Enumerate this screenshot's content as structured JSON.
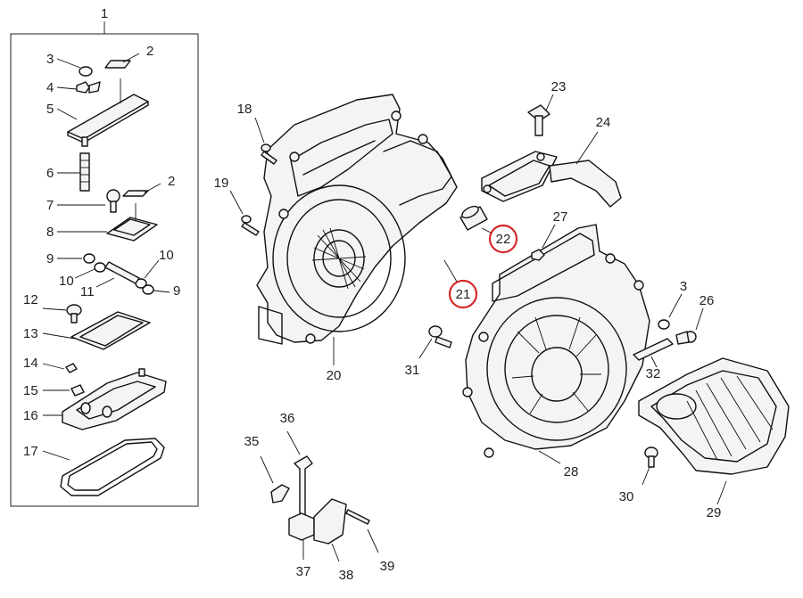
{
  "labels": {
    "p1": "1",
    "p2a": "2",
    "p2b": "2",
    "p3a": "3",
    "p3b": "3",
    "p4": "4",
    "p5": "5",
    "p6": "6",
    "p7": "7",
    "p8": "8",
    "p9a": "9",
    "p9b": "9",
    "p10a": "10",
    "p10b": "10",
    "p11": "11",
    "p12": "12",
    "p13": "13",
    "p14": "14",
    "p15": "15",
    "p16": "16",
    "p17": "17",
    "p18": "18",
    "p19": "19",
    "p20": "20",
    "p21": "21",
    "p22": "22",
    "p23": "23",
    "p24": "24",
    "p26": "26",
    "p27": "27",
    "p28": "28",
    "p29": "29",
    "p30": "30",
    "p31": "31",
    "p32": "32",
    "p35": "35",
    "p36": "36",
    "p37": "37",
    "p38": "38",
    "p39": "39"
  },
  "highlighted_parts": [
    "21",
    "22"
  ],
  "colors": {
    "line": "#111111",
    "highlight": "#d62828",
    "background": "#ffffff"
  }
}
